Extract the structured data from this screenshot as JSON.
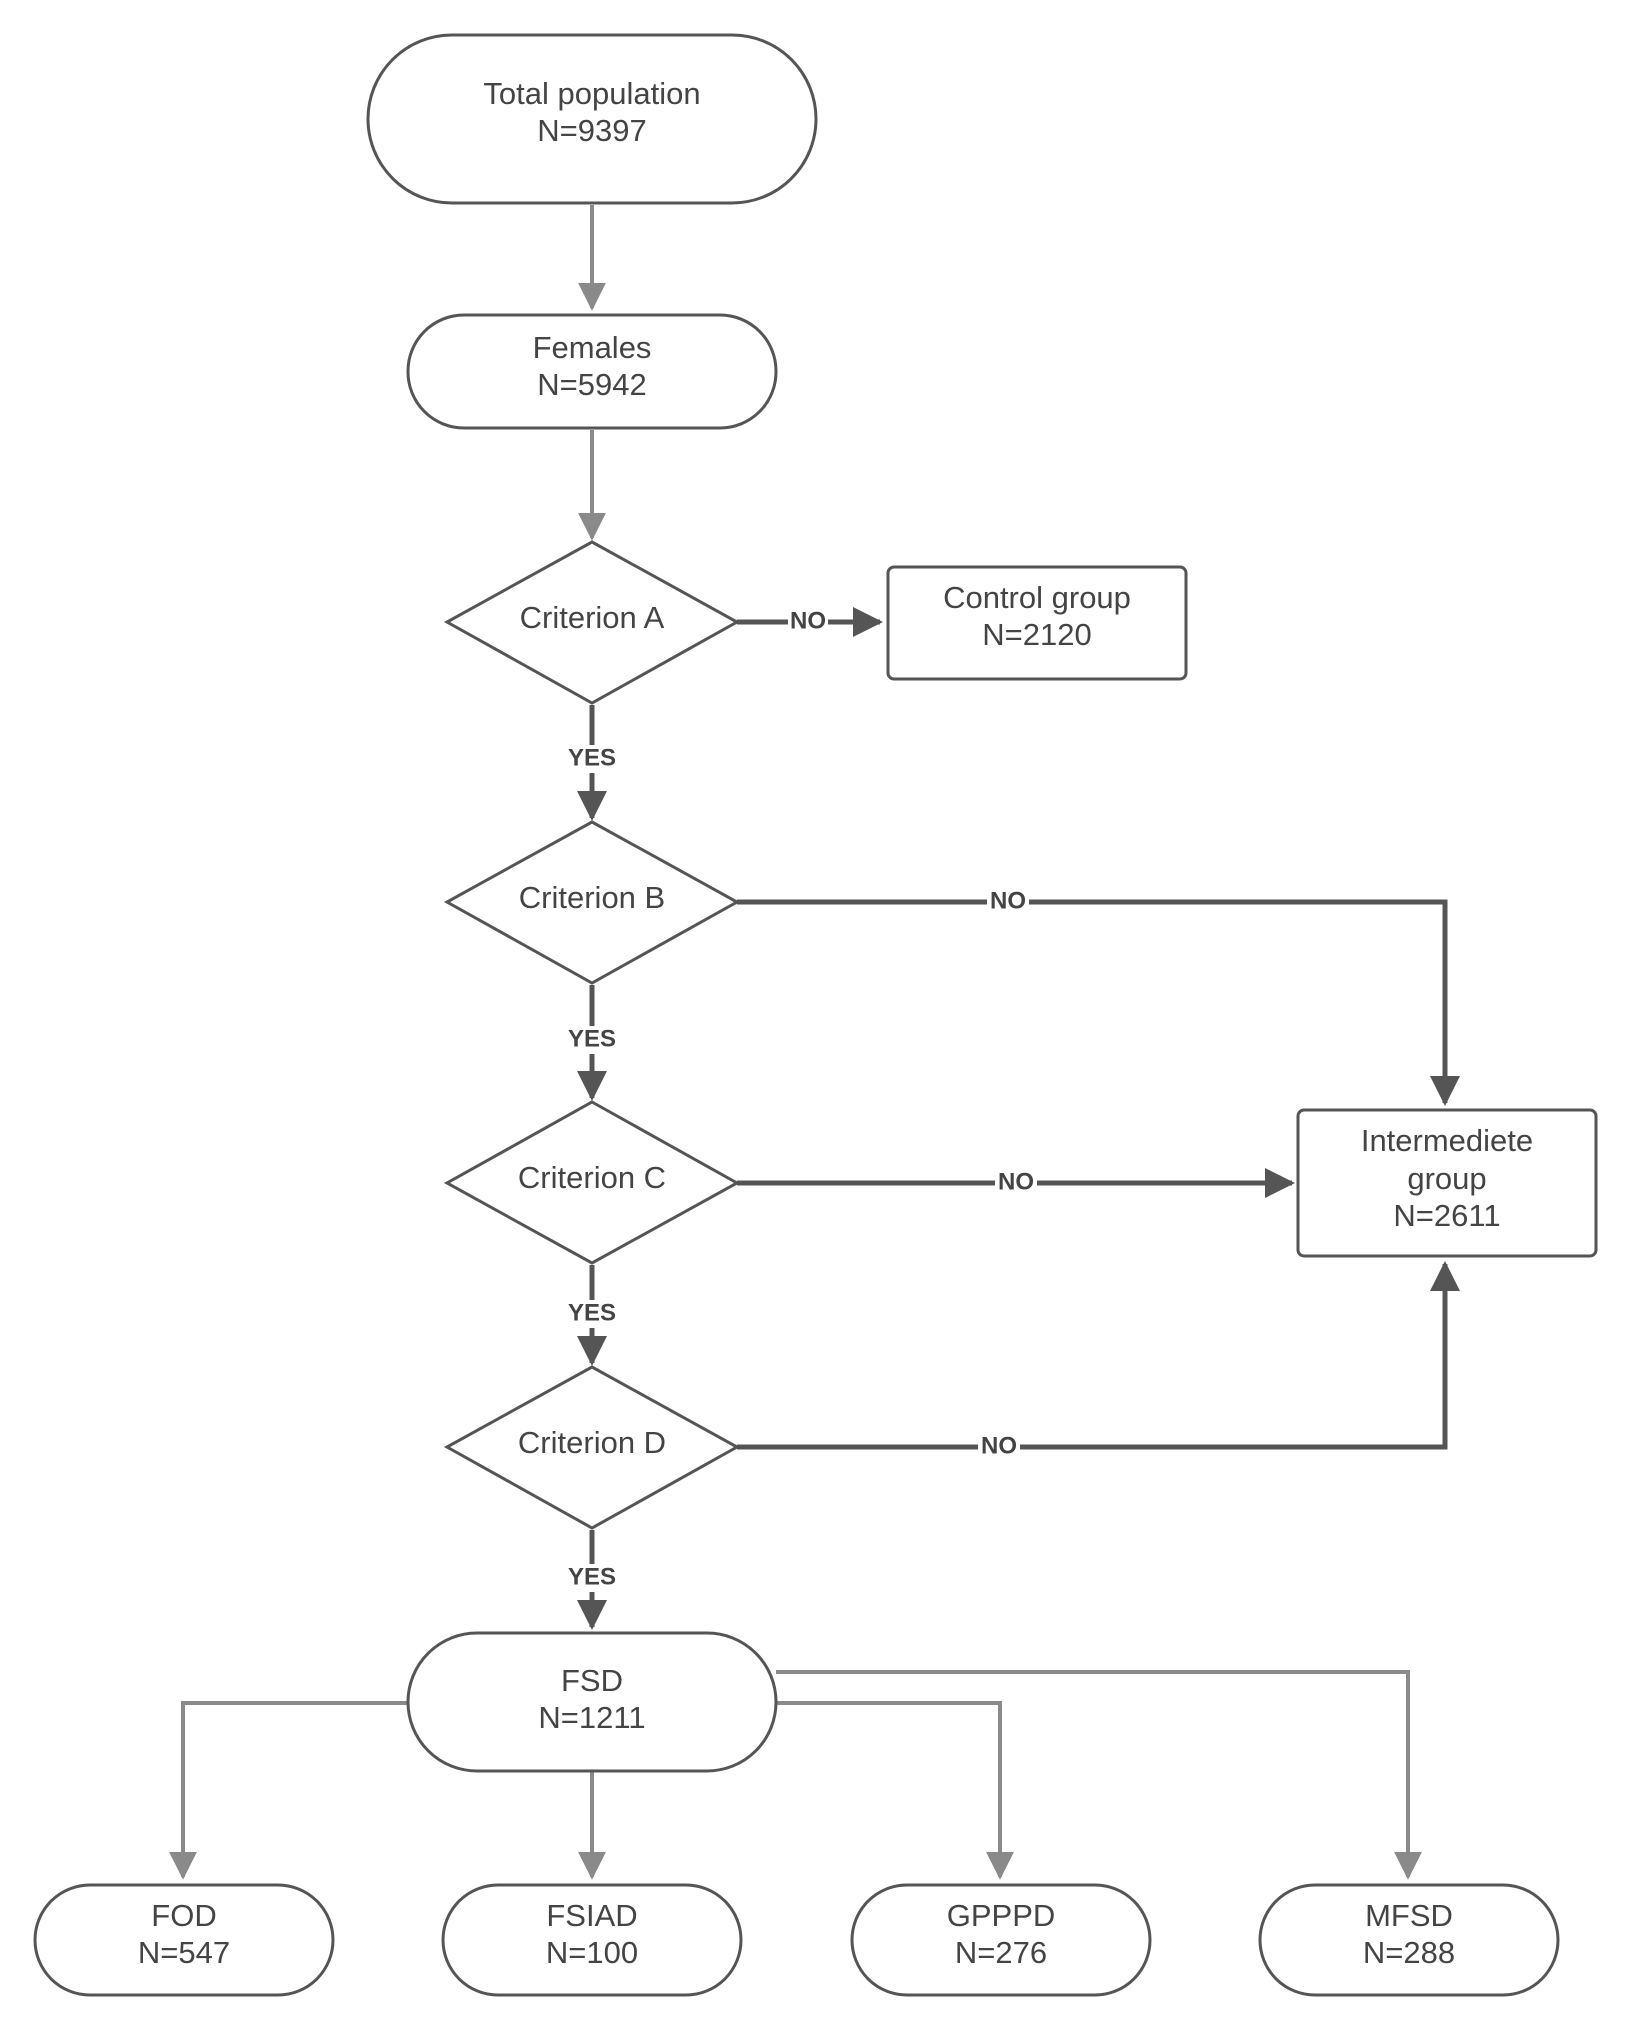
{
  "nodes": {
    "total": {
      "line1": "Total population",
      "line2": "N=9397"
    },
    "females": {
      "line1": "Females",
      "line2": "N=5942"
    },
    "criterion_a": {
      "label": "Criterion A"
    },
    "control": {
      "line1": "Control group",
      "line2": "N=2120"
    },
    "criterion_b": {
      "label": "Criterion B"
    },
    "criterion_c": {
      "label": "Criterion C"
    },
    "criterion_d": {
      "label": "Criterion D"
    },
    "intermediate": {
      "line1": "Intermediete",
      "line2": "group",
      "line3": "N=2611"
    },
    "fsd": {
      "line1": "FSD",
      "line2": "N=1211"
    },
    "fod": {
      "line1": "FOD",
      "line2": "N=547"
    },
    "fsiad": {
      "line1": "FSIAD",
      "line2": "N=100"
    },
    "gpppd": {
      "line1": "GPPPD",
      "line2": "N=276"
    },
    "mfsd": {
      "line1": "MFSD",
      "line2": "N=288"
    }
  },
  "edge_labels": {
    "a_no": "NO",
    "a_yes": "YES",
    "b_no": "NO",
    "b_yes": "YES",
    "c_no": "NO",
    "c_yes": "YES",
    "d_no": "NO",
    "d_yes": "YES"
  },
  "colors": {
    "node_stroke": "#555555",
    "text": "#444444",
    "light_edge": "#8a8a8a",
    "dark_edge": "#555555"
  }
}
